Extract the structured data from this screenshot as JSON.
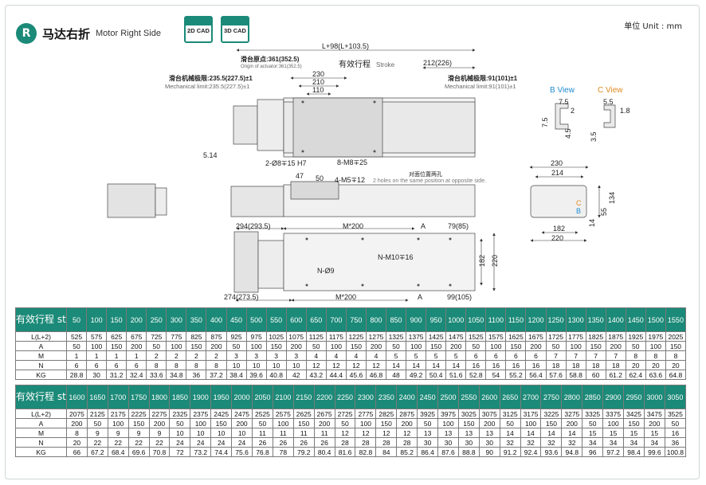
{
  "header": {
    "badge": "R",
    "title_cn": "马达右折",
    "title_en": "Motor Right Side",
    "cad_2d": "2D CAD",
    "cad_3d": "3D CAD",
    "unit": "单位 Unit : mm"
  },
  "drawing": {
    "total_length": "L+98(L+103.5)",
    "origin_label": "滑台原点:361(352.5)",
    "origin_label_en": "Origin of actuator:361(352.5)",
    "stroke_label": "有效行程",
    "stroke_label_en": "Stroke",
    "dim_212": "212(226)",
    "mech_limit_left": "滑台机械极限:235.5(227.5)±1",
    "mech_limit_left_en": "Mechanical limit:235.5(227.5)±1",
    "mech_limit_right": "滑台机械极限:91(101)±1",
    "mech_limit_right_en": "Mechanical limit:91(101)±1",
    "dim_230": "230",
    "dim_210": "210",
    "dim_110": "110",
    "dim_514": "5.14",
    "pin_holes": "2-Ø8∓15 H7",
    "tapped_holes_8": "8-M8∓25",
    "dim_47": "47",
    "dim_50": "50",
    "tapped_holes_4": "4-M5∓12",
    "opposite_cn": "对面位置两孔",
    "opposite_en": "2 holes on the same position at opposite side.",
    "dim_294": "294(293.5)",
    "m200": "M*200",
    "a_label": "A",
    "dim_79": "79(85)",
    "n_m10": "N-M10∓16",
    "n_d9": "N-Ø9",
    "dim_182": "182",
    "dim_220": "220",
    "dim_274": "274(273.5)",
    "dim_99": "99(105)",
    "b_view": "B View",
    "c_view": "C View",
    "b_75": "7.5",
    "b_2": "2",
    "b_75v": "7.5",
    "b_45": "4.5",
    "c_55": "5.5",
    "c_18": "1.8",
    "c_35": "3.5",
    "end_230": "230",
    "end_214": "214",
    "end_134": "134",
    "end_55": "55",
    "end_14": "14",
    "end_182": "182",
    "end_220": "220",
    "end_c": "C",
    "end_b": "B"
  },
  "tables": [
    {
      "row_labels": [
        "有效行程 stroke",
        "L(L+2)",
        "A",
        "M",
        "N",
        "KG"
      ],
      "stroke": [
        "50",
        "100",
        "150",
        "200",
        "250",
        "300",
        "350",
        "400",
        "450",
        "500",
        "550",
        "600",
        "650",
        "700",
        "750",
        "800",
        "850",
        "900",
        "950",
        "1000",
        "1050",
        "1100",
        "1150",
        "1200",
        "1250",
        "1300",
        "1350",
        "1400",
        "1450",
        "1500",
        "1550"
      ],
      "L": [
        "525",
        "575",
        "625",
        "675",
        "725",
        "775",
        "825",
        "875",
        "925",
        "975",
        "1025",
        "1075",
        "1125",
        "1175",
        "1225",
        "1275",
        "1325",
        "1375",
        "1425",
        "1475",
        "1525",
        "1575",
        "1625",
        "1675",
        "1725",
        "1775",
        "1825",
        "1875",
        "1925",
        "1975",
        "2025"
      ],
      "A": [
        "50",
        "100",
        "150",
        "200",
        "50",
        "100",
        "150",
        "200",
        "50",
        "100",
        "150",
        "200",
        "50",
        "100",
        "150",
        "200",
        "50",
        "100",
        "150",
        "200",
        "50",
        "100",
        "150",
        "200",
        "50",
        "100",
        "150",
        "200",
        "50",
        "100",
        "150"
      ],
      "M": [
        "1",
        "1",
        "1",
        "1",
        "2",
        "2",
        "2",
        "2",
        "3",
        "3",
        "3",
        "3",
        "4",
        "4",
        "4",
        "4",
        "5",
        "5",
        "5",
        "5",
        "6",
        "6",
        "6",
        "6",
        "7",
        "7",
        "7",
        "7",
        "8",
        "8",
        "8"
      ],
      "N": [
        "6",
        "6",
        "6",
        "6",
        "8",
        "8",
        "8",
        "8",
        "10",
        "10",
        "10",
        "10",
        "12",
        "12",
        "12",
        "12",
        "14",
        "14",
        "14",
        "14",
        "16",
        "16",
        "16",
        "16",
        "18",
        "18",
        "18",
        "18",
        "20",
        "20",
        "20"
      ],
      "KG": [
        "28.8",
        "30",
        "31.2",
        "32.4",
        "33.6",
        "34.8",
        "36",
        "37.2",
        "38.4",
        "39.6",
        "40.8",
        "42",
        "43.2",
        "44.4",
        "45.6",
        "46.8",
        "48",
        "49.2",
        "50.4",
        "51.6",
        "52.8",
        "54",
        "55.2",
        "56.4",
        "57.6",
        "58.8",
        "60",
        "61.2",
        "62.4",
        "63.6",
        "64.8"
      ]
    },
    {
      "row_labels": [
        "有效行程 stroke",
        "L(L+2)",
        "A",
        "M",
        "N",
        "KG"
      ],
      "stroke": [
        "1600",
        "1650",
        "1700",
        "1750",
        "1800",
        "1850",
        "1900",
        "1950",
        "2000",
        "2050",
        "2100",
        "2150",
        "2200",
        "2250",
        "2300",
        "2350",
        "2400",
        "2450",
        "2500",
        "2550",
        "2600",
        "2650",
        "2700",
        "2750",
        "2800",
        "2850",
        "2900",
        "2950",
        "3000",
        "3050"
      ],
      "L": [
        "2075",
        "2125",
        "2175",
        "2225",
        "2275",
        "2325",
        "2375",
        "2425",
        "2475",
        "2525",
        "2575",
        "2625",
        "2675",
        "2725",
        "2775",
        "2825",
        "2875",
        "3925",
        "3975",
        "3025",
        "3075",
        "3125",
        "3175",
        "3225",
        "3275",
        "3325",
        "3375",
        "3425",
        "3475",
        "3525"
      ],
      "A": [
        "200",
        "50",
        "100",
        "150",
        "200",
        "50",
        "100",
        "150",
        "200",
        "50",
        "100",
        "150",
        "200",
        "50",
        "100",
        "150",
        "200",
        "50",
        "100",
        "150",
        "200",
        "50",
        "100",
        "150",
        "200",
        "50",
        "100",
        "150",
        "200",
        "50"
      ],
      "M": [
        "8",
        "9",
        "9",
        "9",
        "9",
        "10",
        "10",
        "10",
        "10",
        "11",
        "11",
        "11",
        "11",
        "12",
        "12",
        "12",
        "12",
        "13",
        "13",
        "13",
        "13",
        "14",
        "14",
        "14",
        "14",
        "15",
        "15",
        "15",
        "15",
        "16"
      ],
      "N": [
        "20",
        "22",
        "22",
        "22",
        "22",
        "24",
        "24",
        "24",
        "24",
        "26",
        "26",
        "26",
        "26",
        "28",
        "28",
        "28",
        "28",
        "30",
        "30",
        "30",
        "30",
        "32",
        "32",
        "32",
        "32",
        "34",
        "34",
        "34",
        "34",
        "36"
      ],
      "KG": [
        "66",
        "67.2",
        "68.4",
        "69.6",
        "70.8",
        "72",
        "73.2",
        "74.4",
        "75.6",
        "76.8",
        "78",
        "79.2",
        "80.4",
        "81.6",
        "82.8",
        "84",
        "85.2",
        "86.4",
        "87.6",
        "88.8",
        "90",
        "91.2",
        "92.4",
        "93.6",
        "94.8",
        "96",
        "97.2",
        "98.4",
        "99.6",
        "100.8"
      ]
    }
  ]
}
